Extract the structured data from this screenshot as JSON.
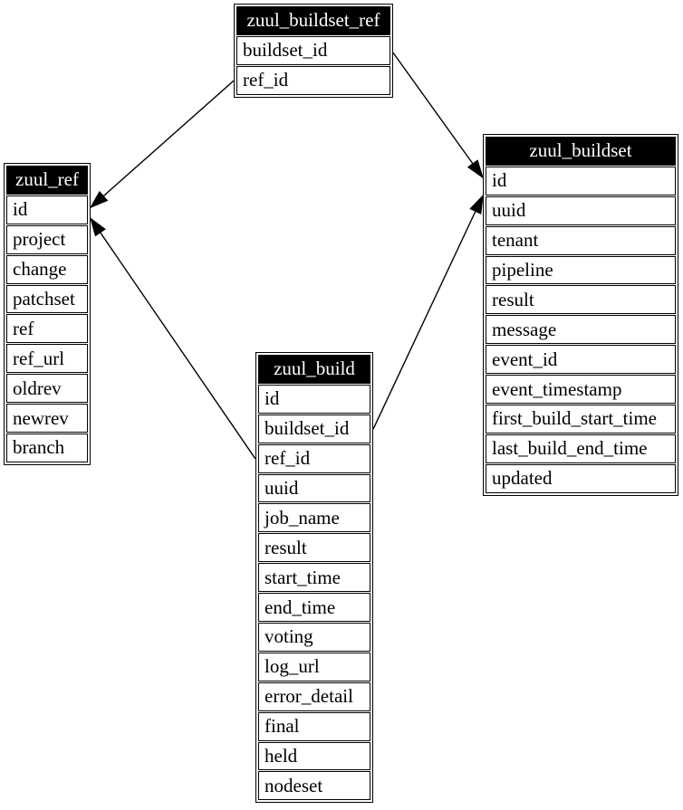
{
  "diagram": {
    "type": "entity-relationship",
    "colors": {
      "background": "#ffffff",
      "header_bg": "#000000",
      "header_text": "#ffffff",
      "row_bg": "#ffffff",
      "row_text": "#000000",
      "border": "#000000",
      "edge": "#000000"
    },
    "tables": [
      {
        "id": "zuul_buildset_ref",
        "title": "zuul_buildset_ref",
        "fields": [
          "buildset_id",
          "ref_id"
        ]
      },
      {
        "id": "zuul_ref",
        "title": "zuul_ref",
        "fields": [
          "id",
          "project",
          "change",
          "patchset",
          "ref",
          "ref_url",
          "oldrev",
          "newrev",
          "branch"
        ]
      },
      {
        "id": "zuul_buildset",
        "title": "zuul_buildset",
        "fields": [
          "id",
          "uuid",
          "tenant",
          "pipeline",
          "result",
          "message",
          "event_id",
          "event_timestamp",
          "first_build_start_time",
          "last_build_end_time",
          "updated"
        ]
      },
      {
        "id": "zuul_build",
        "title": "zuul_build",
        "fields": [
          "id",
          "buildset_id",
          "ref_id",
          "uuid",
          "job_name",
          "result",
          "start_time",
          "end_time",
          "voting",
          "log_url",
          "error_detail",
          "final",
          "held",
          "nodeset"
        ]
      }
    ],
    "edges": [
      {
        "from": {
          "table": "zuul_buildset_ref",
          "field": "ref_id"
        },
        "to": {
          "table": "zuul_ref",
          "field": "id"
        }
      },
      {
        "from": {
          "table": "zuul_buildset_ref",
          "field": "buildset_id"
        },
        "to": {
          "table": "zuul_buildset",
          "field": "id"
        }
      },
      {
        "from": {
          "table": "zuul_build",
          "field": "ref_id"
        },
        "to": {
          "table": "zuul_ref",
          "field": "id"
        }
      },
      {
        "from": {
          "table": "zuul_build",
          "field": "buildset_id"
        },
        "to": {
          "table": "zuul_buildset",
          "field": "id"
        }
      }
    ]
  }
}
